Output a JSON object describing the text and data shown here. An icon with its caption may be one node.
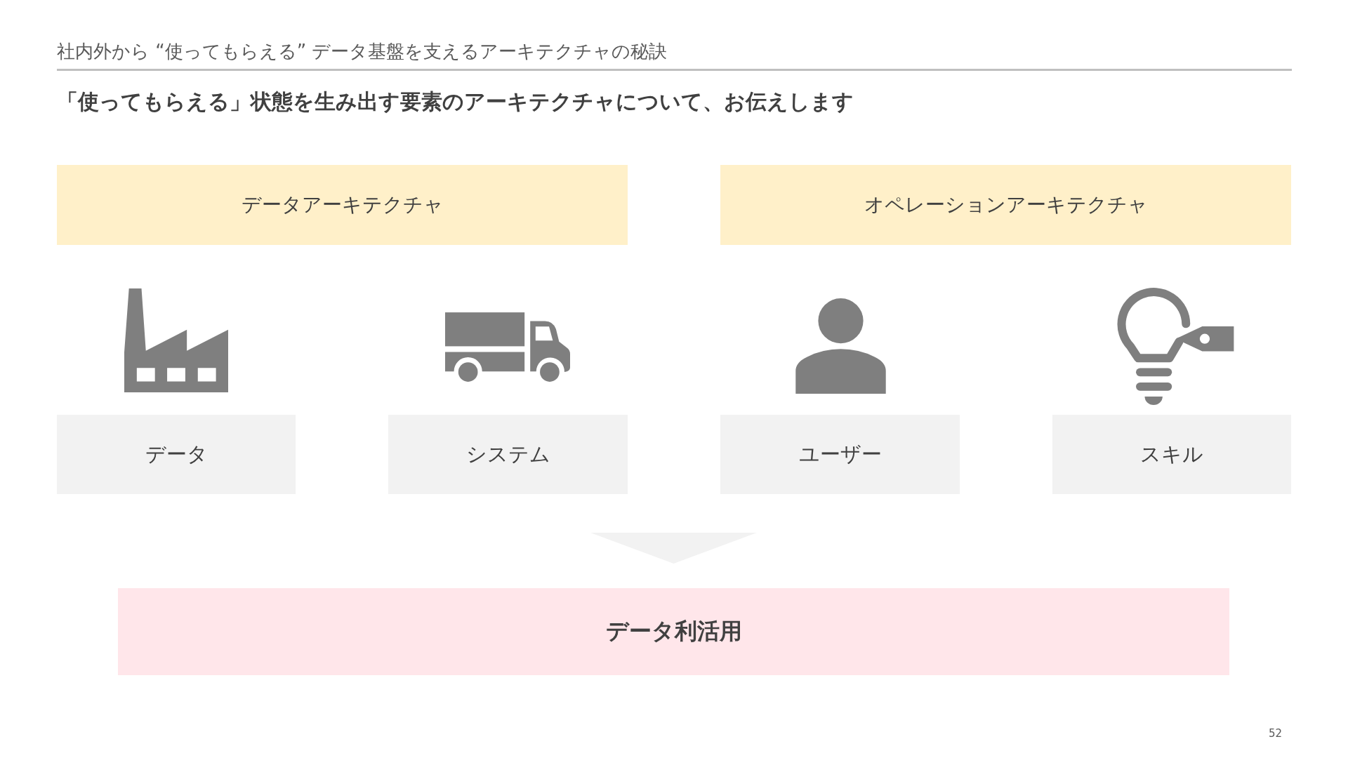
{
  "diagram": {
    "title": "社内外から “使ってもらえる” データ基盤を支えるアーキテクチャの秘訣",
    "nodes": [
      {
        "text": [
          "データアーキテクチャ"
        ]
      },
      {
        "text": [
          "オペレーションアーキテクチャ"
        ]
      },
      {
        "text": [
          "データ"
        ]
      },
      {
        "text": [
          "システム"
        ]
      },
      {
        "text": [
          "ユーザー"
        ]
      },
      {
        "text": [
          "スキル"
        ]
      },
      {
        "text": [
          "データ利活用"
        ]
      }
    ],
    "edges": [
      {
        "from": null,
        "to": 6,
        "arrow": "to"
      }
    ],
    "labels": [
      "「使ってもらえる」状態を生み出す要素のアーキテクチャについて、お伝えします",
      "52"
    ]
  }
}
